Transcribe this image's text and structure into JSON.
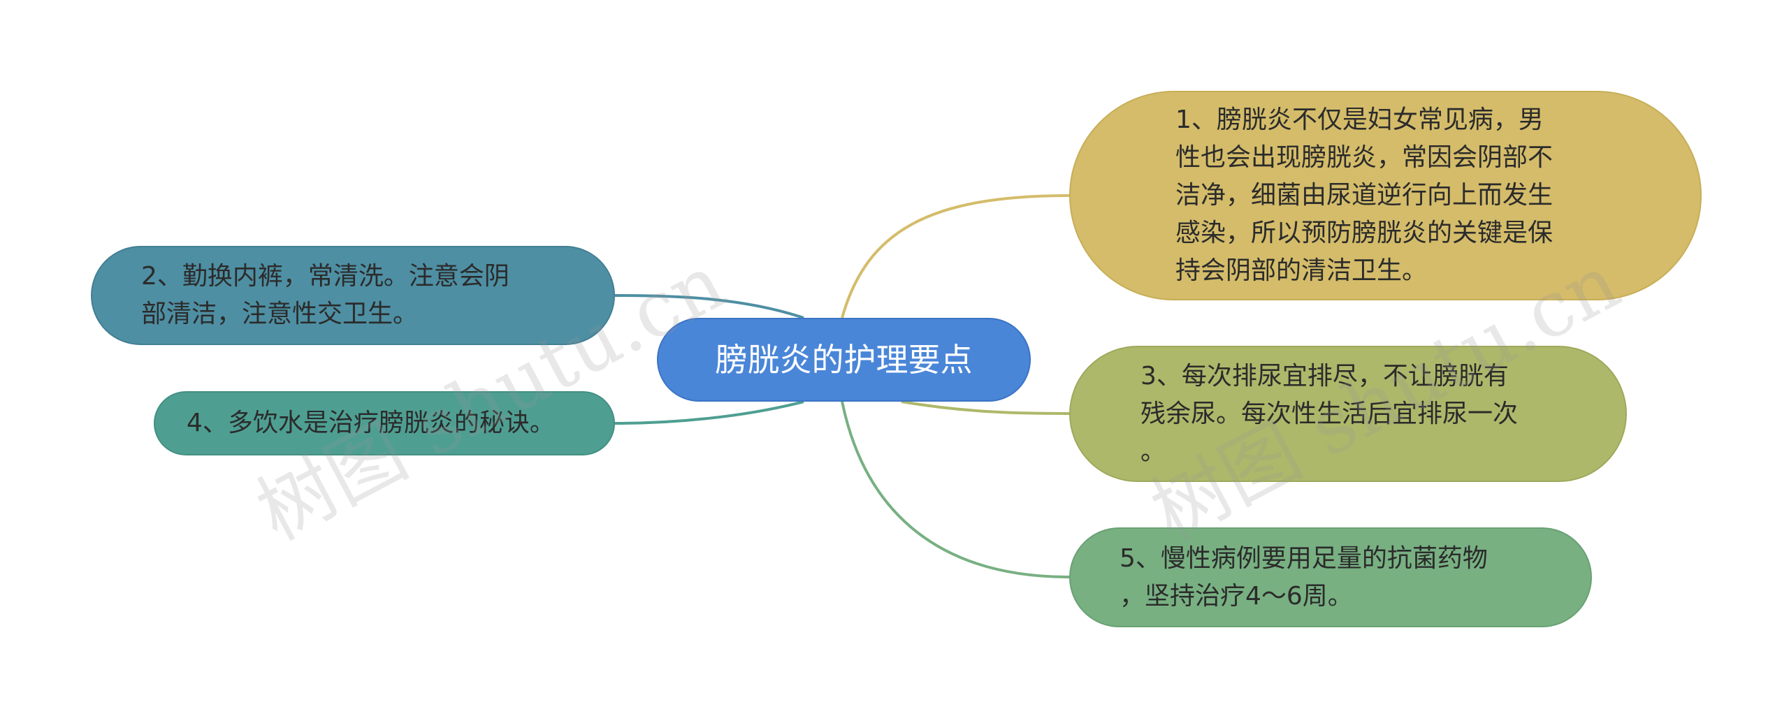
{
  "center": {
    "label": "膀胱炎的护理要点"
  },
  "nodes": [
    {
      "label": "1、膀胱炎不仅是妇女常见病，男\n性也会出现膀胱炎，常因会阴部不\n洁净，细菌由尿道逆行向上而发生\n感染，所以预防膀胱炎的关键是保\n持会阴部的清洁卫生。"
    },
    {
      "label": "2、勤换内裤，常清洗。注意会阴\n部清洁，注意性交卫生。"
    },
    {
      "label": "3、每次排尿宜排尽，不让膀胱有\n残余尿。每次性生活后宜排尿一次\n。"
    },
    {
      "label": "4、多饮水是治疗膀胱炎的秘诀。"
    },
    {
      "label": "5、慢性病例要用足量的抗菌药物\n，坚持治疗4～6周。"
    }
  ],
  "colors": {
    "center": "#4a86d8",
    "node1": "#d4bc6a",
    "node2": "#4e8fa3",
    "node3": "#aeb86a",
    "node4": "#4e9f92",
    "node5": "#78b082"
  },
  "watermark": "树图 shutu.cn"
}
